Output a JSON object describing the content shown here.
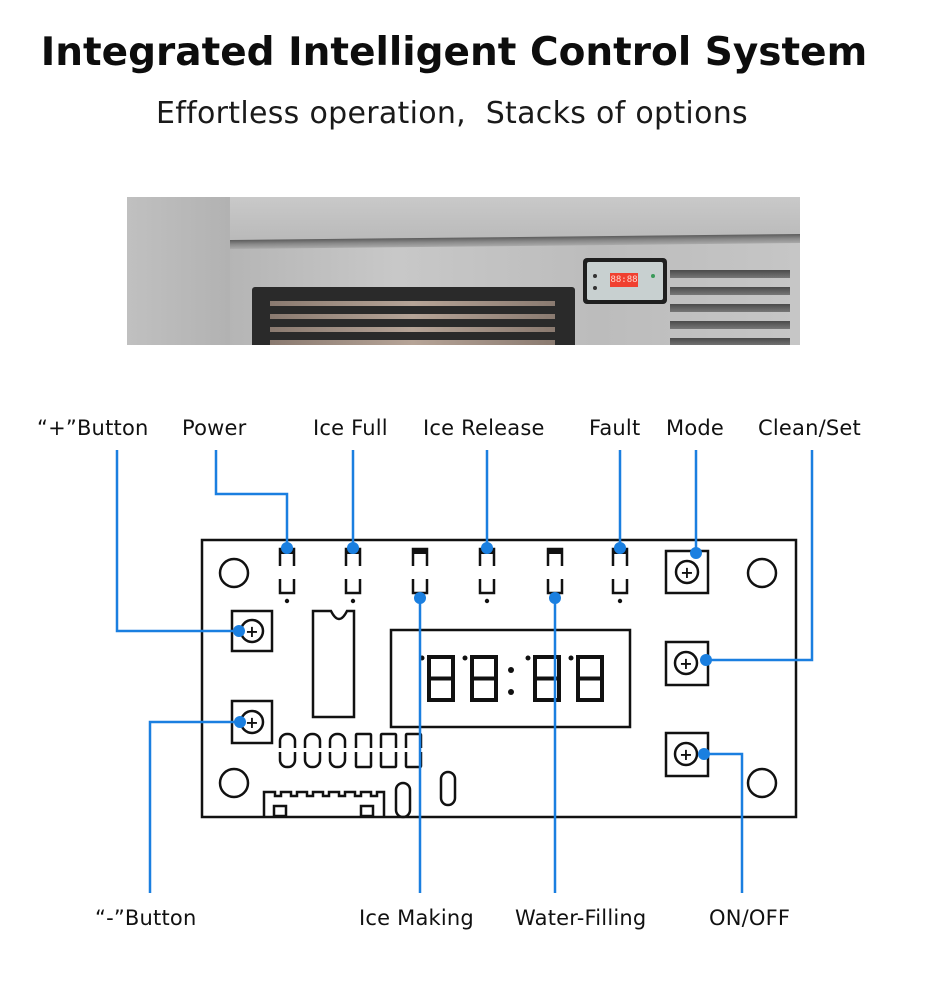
{
  "header": {
    "title": "Integrated Intelligent Control System",
    "subtitle": "Effortless operation,  Stacks of options"
  },
  "product_photo": {
    "alt": "Ice machine front with control panel",
    "display_readout": "88:88"
  },
  "board": {
    "display_digits": [
      "8",
      "8",
      "8",
      "8"
    ],
    "display_separator": ":",
    "indicator_count": 6,
    "button_symbol": "+"
  },
  "labels": {
    "top": [
      {
        "id": "plus-button",
        "text": "“+”Button"
      },
      {
        "id": "power",
        "text": "Power"
      },
      {
        "id": "ice-full",
        "text": "Ice Full"
      },
      {
        "id": "ice-release",
        "text": "Ice Release"
      },
      {
        "id": "fault",
        "text": "Fault"
      },
      {
        "id": "mode",
        "text": "Mode"
      },
      {
        "id": "clean-set",
        "text": "Clean/Set"
      }
    ],
    "bottom": [
      {
        "id": "minus-button",
        "text": "“-”Button"
      },
      {
        "id": "ice-making",
        "text": "Ice Making"
      },
      {
        "id": "water-filling",
        "text": "Water-Filling"
      },
      {
        "id": "on-off",
        "text": "ON/OFF"
      }
    ]
  },
  "colors": {
    "callout_line": "#1a7fe0",
    "board_outline": "#111111",
    "board_fill": "#ffffff"
  }
}
